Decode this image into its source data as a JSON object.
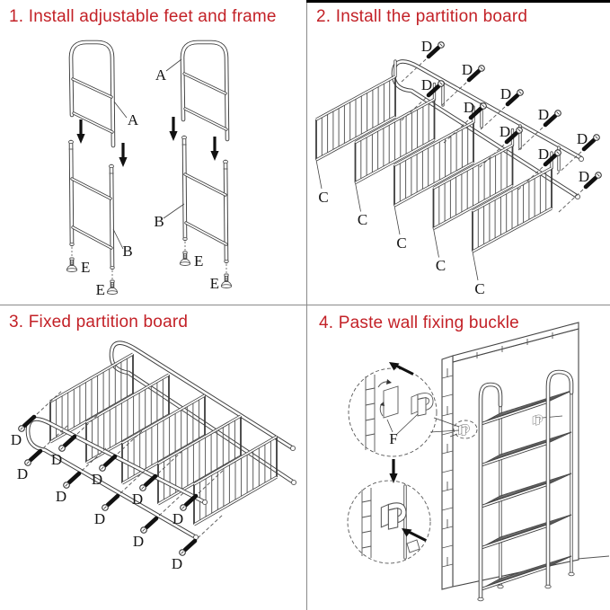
{
  "document": {
    "type": "assembly-instructions",
    "product": "5-tier wire shelf rack"
  },
  "panels": {
    "p1": {
      "step": "1",
      "title": "1. Install adjustable feet and frame"
    },
    "p2": {
      "step": "2",
      "title": "2. Install the partition board"
    },
    "p3": {
      "step": "3",
      "title": "3. Fixed partition board"
    },
    "p4": {
      "step": "4",
      "title": "4. Paste wall fixing buckle"
    }
  },
  "labels": {
    "frame_top": "A",
    "frame_bottom": "B",
    "partition": "C",
    "screw": "D",
    "foot": "E",
    "buckle": "F"
  },
  "colors": {
    "title_red": "#c32127",
    "line": "#3d3d3d",
    "divider": "#8a8a8a",
    "screw_black": "#111111",
    "background": "#ffffff"
  }
}
